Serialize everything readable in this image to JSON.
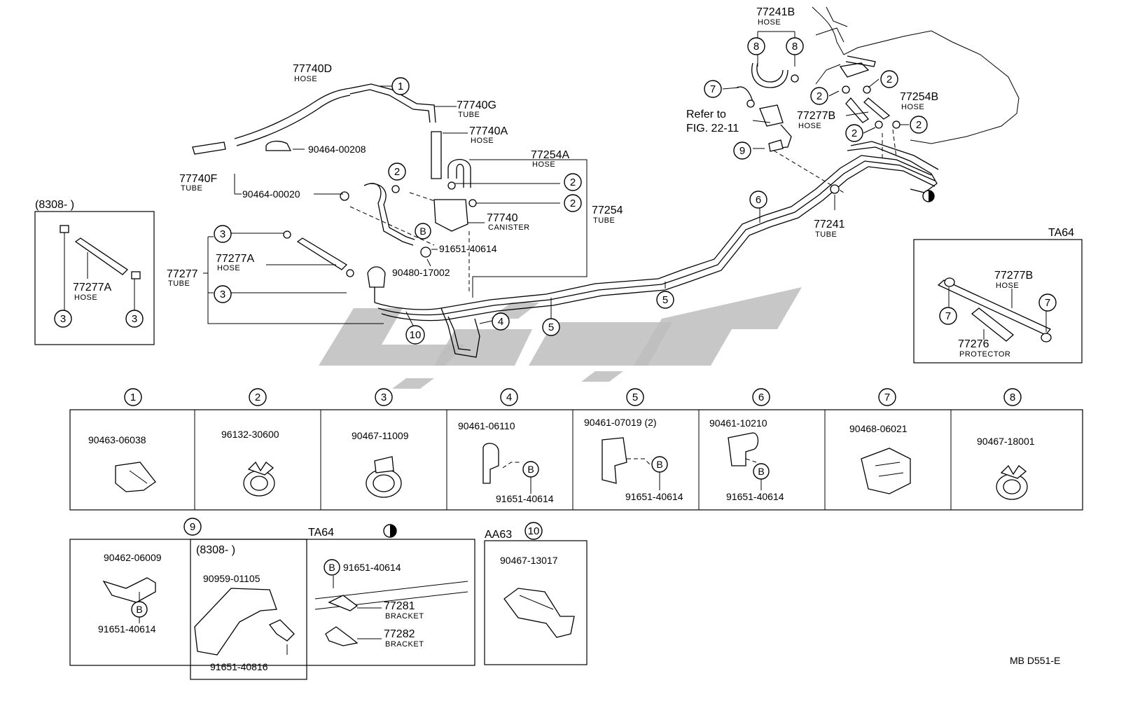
{
  "labels": {
    "p77740D": "77740D",
    "hose_a": "HOSE",
    "p77740G": "77740G",
    "tube_a": "TUBE",
    "p77740A": "77740A",
    "hose_b": "HOSE",
    "p90464_00208": "90464-00208",
    "p77254A": "77254A",
    "hose_c": "HOSE",
    "p77254": "77254",
    "tube_b": "TUBE",
    "p77740F": "77740F",
    "tube_c": "TUBE",
    "p90464_00020": "90464-00020",
    "p77740": "77740",
    "canister": "CANISTER",
    "p91651_40614_a": "91651-40614",
    "p90480_17002": "90480-17002",
    "p77277A": "77277A",
    "hose_d": "HOSE",
    "p77277": "77277",
    "tube_d": "TUBE",
    "p77241B": "77241B",
    "hose_e": "HOSE",
    "refer1": "Refer to",
    "refer2": "FIG. 22-11",
    "p77254B": "77254B",
    "hose_f": "HOSE",
    "p77277B": "77277B",
    "hose_g": "HOSE",
    "p77241": "77241",
    "tube_e": "TUBE",
    "ta64_top": "TA64",
    "p77277B_b": "77277B",
    "hose_h": "HOSE",
    "p77276": "77276",
    "protector": "PROTECTOR",
    "inset1_title": "(8308-         )",
    "p77277A_b": "77277A",
    "hose_i": "HOSE",
    "footer_code": "MB  D551-E"
  },
  "callouts": [
    "1",
    "2",
    "3",
    "4",
    "5",
    "6",
    "7",
    "8",
    "9",
    "10",
    "B"
  ],
  "parts_table": [
    {
      "num": "1",
      "part": "90463-06038",
      "extra": ""
    },
    {
      "num": "2",
      "part": "96132-30600",
      "extra": ""
    },
    {
      "num": "3",
      "part": "90467-11009",
      "extra": ""
    },
    {
      "num": "4",
      "part": "90461-06110",
      "extra": "91651-40614"
    },
    {
      "num": "5",
      "part": "90461-07019 (2)",
      "extra": "91651-40614"
    },
    {
      "num": "6",
      "part": "90461-10210",
      "extra": "91651-40614"
    },
    {
      "num": "7",
      "part": "90468-06021",
      "extra": ""
    },
    {
      "num": "8",
      "part": "90467-18001",
      "extra": ""
    }
  ],
  "lower": {
    "num9": "9",
    "p90462_06009": "90462-06009",
    "p91651_40614_b": "91651-40614",
    "inset2_title": "(8308-         )",
    "p90959_01105": "90959-01105",
    "p91651_40816": "91651-40816",
    "ta64_low": "TA64",
    "p91651_40614_c": "91651-40614",
    "p77281": "77281",
    "bracket1": "BRACKET",
    "p77282": "77282",
    "bracket2": "BRACKET",
    "aa63": "AA63",
    "num10": "10",
    "p90467_13017": "90467-13017"
  }
}
